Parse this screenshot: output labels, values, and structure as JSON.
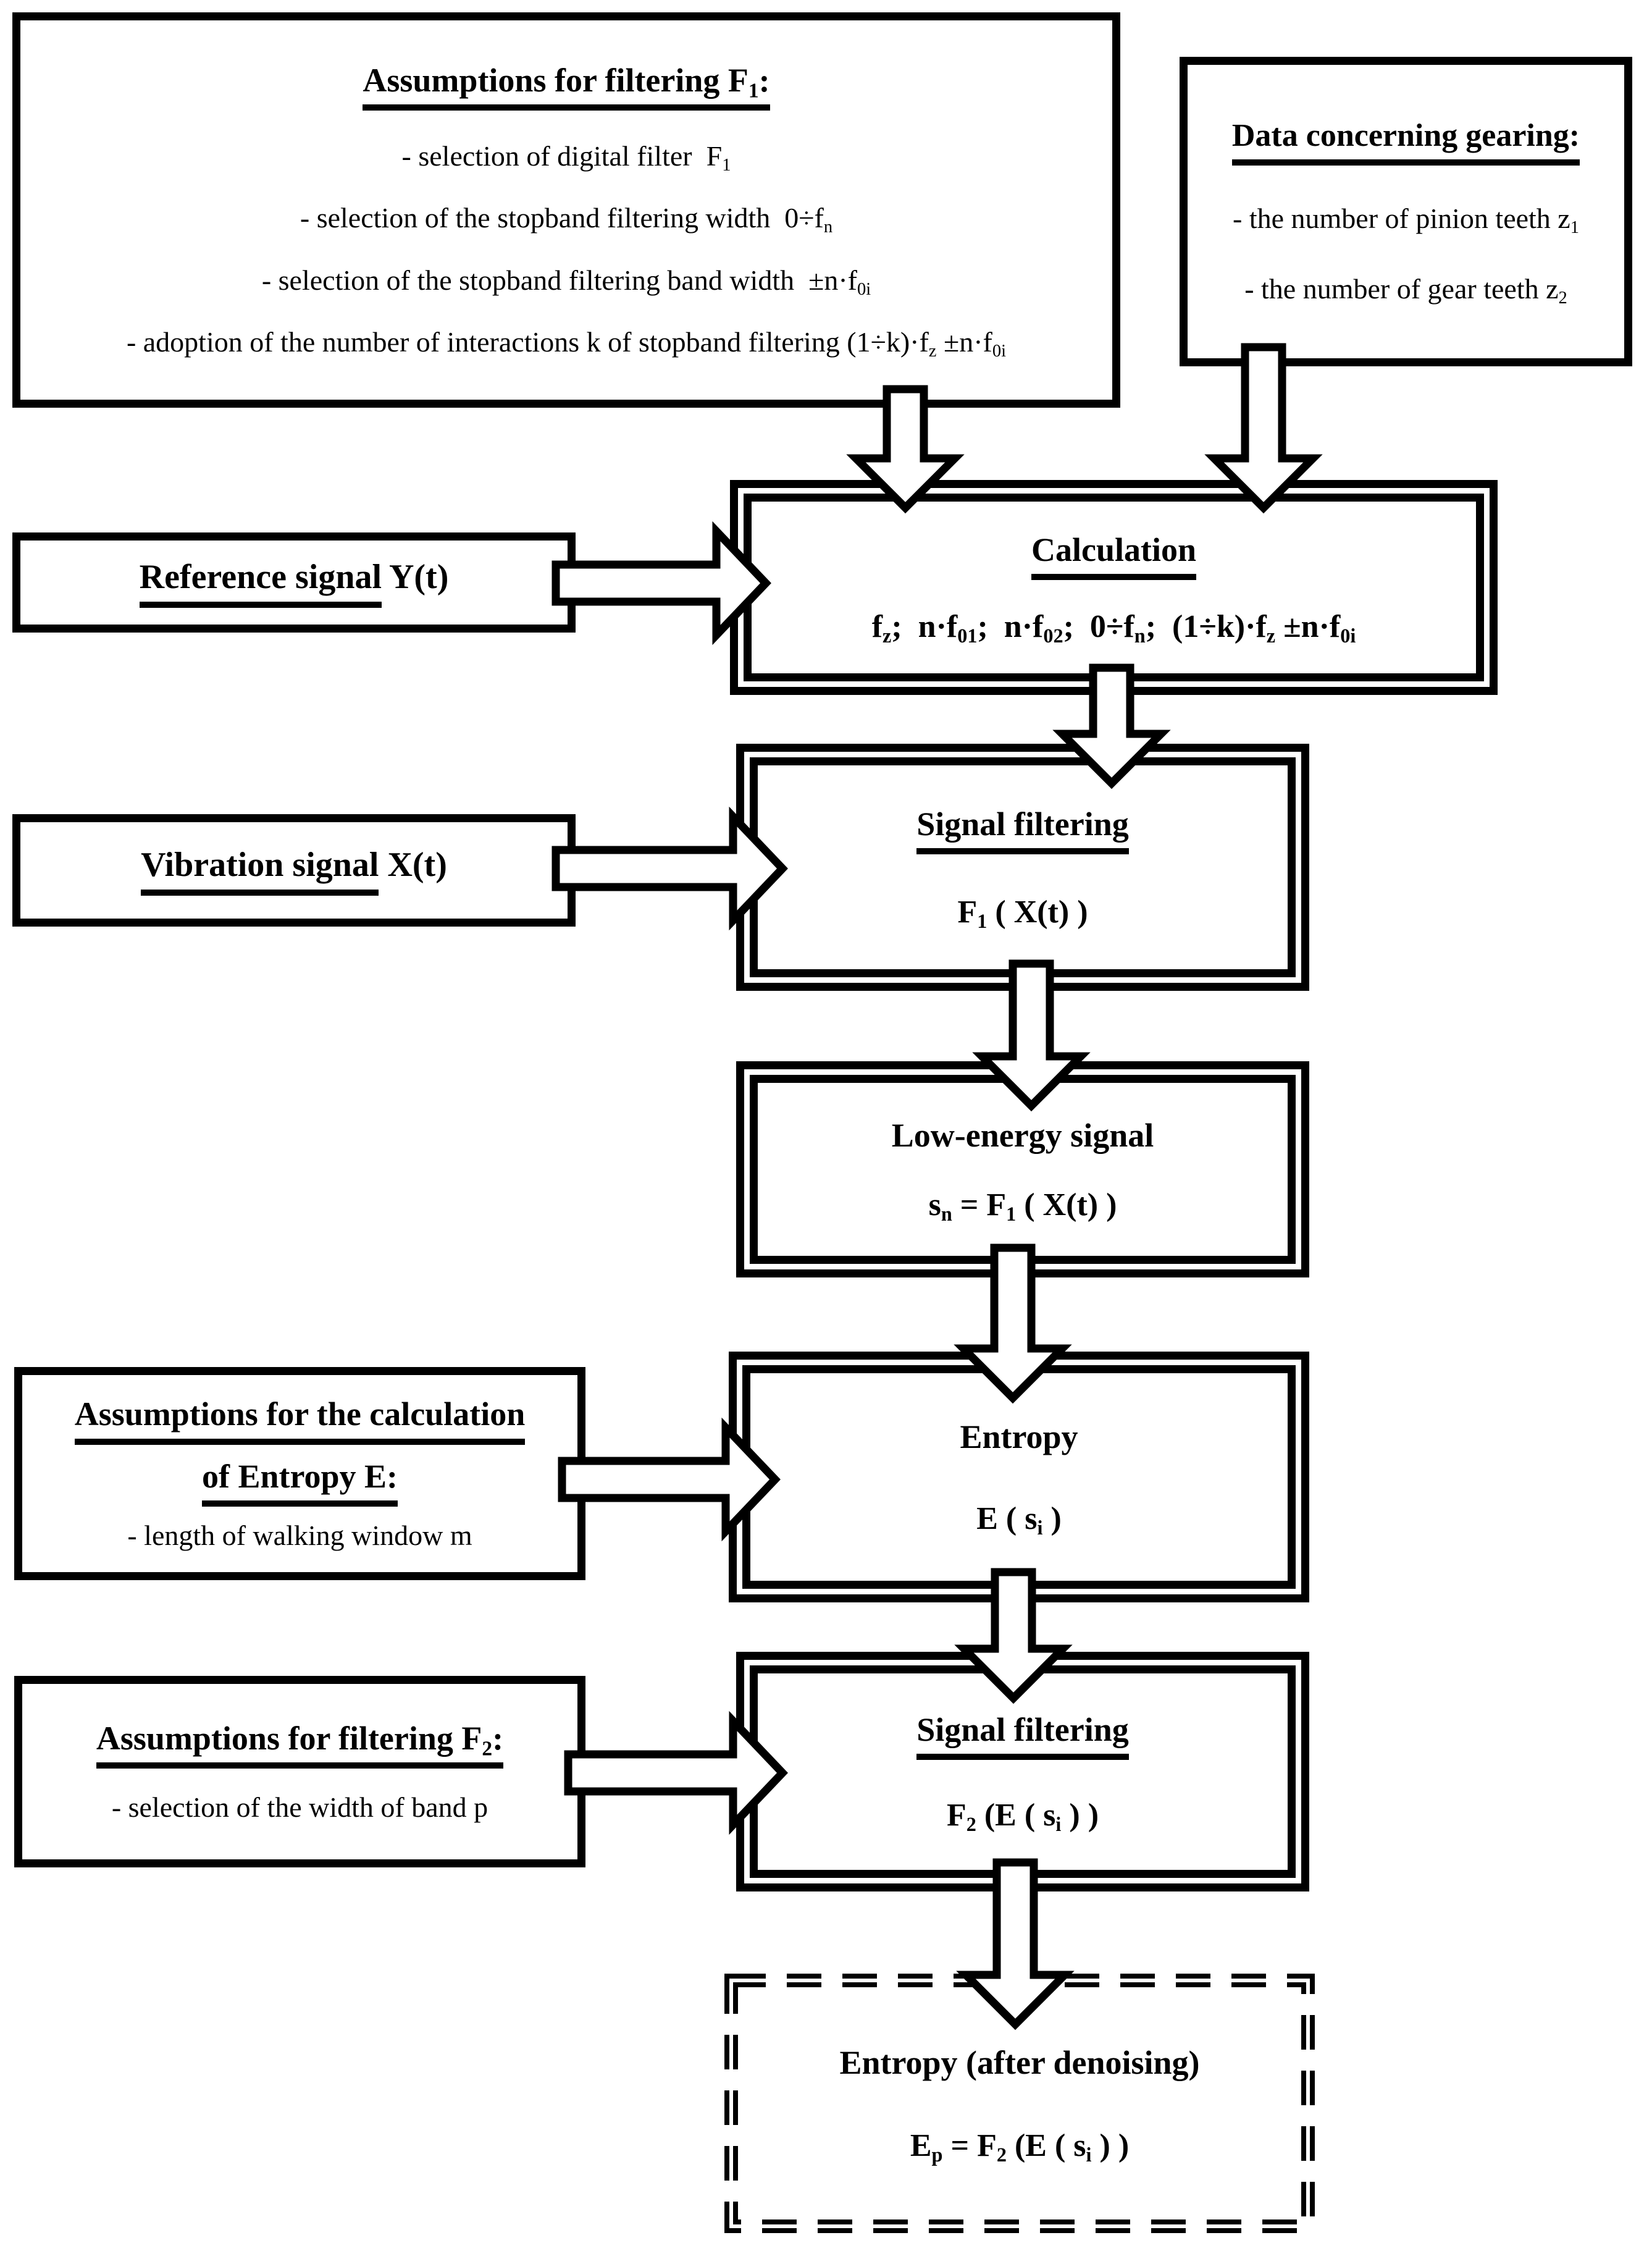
{
  "colors": {
    "ink": "#000000",
    "paper": "#ffffff"
  },
  "boxes": {
    "assumptions_f1": {
      "title": "Assumptions for filtering F~1~:",
      "items": [
        "- selection of digital filter  F~1~",
        "- selection of the stopband filtering width  0÷f~n~",
        "- selection of the stopband filtering band width  ±n·f~0i~",
        "- adoption of the number of interactions k of stopband filtering (1÷k)·f~z~ ±n·f~0i~"
      ]
    },
    "gearing": {
      "title": "Data concerning gearing:",
      "items": [
        "- the number of pinion teeth z~1~",
        "- the number of gear teeth z~2~"
      ]
    },
    "reference": {
      "label_underlined": "Reference signal",
      "label_rest": " Y(t)"
    },
    "vibration": {
      "label_underlined": "Vibration signal",
      "label_rest": " X(t)"
    },
    "calculation": {
      "title": "Calculation",
      "formula": "f~z~;  n·f~01~;  n·f~02~;  0÷f~n~;  (1÷k)·f~z~ ±n·f~0i~"
    },
    "signal_filtering_1": {
      "title": "Signal filtering",
      "formula": "F~1~ ( X(t) )"
    },
    "low_energy": {
      "title": "Low-energy signal",
      "formula": "s~n~ = F~1~ ( X(t) )"
    },
    "entropy_assumptions": {
      "title_line1": "Assumptions for the calculation",
      "title_line2": "of Entropy E:",
      "items": [
        "- length of walking window m"
      ]
    },
    "entropy": {
      "title": "Entropy",
      "formula": "E ( s~i~ )"
    },
    "f2_assumptions": {
      "title": "Assumptions for filtering F~2~:",
      "items": [
        "- selection of the width of band p"
      ]
    },
    "signal_filtering_2": {
      "title": "Signal filtering",
      "formula": "F~2~ (E ( s~i~ ) )"
    },
    "entropy_denoised": {
      "title": "Entropy (after denoising)",
      "formula": "E~p~ = F~2~ (E ( s~i~ ) )"
    }
  }
}
